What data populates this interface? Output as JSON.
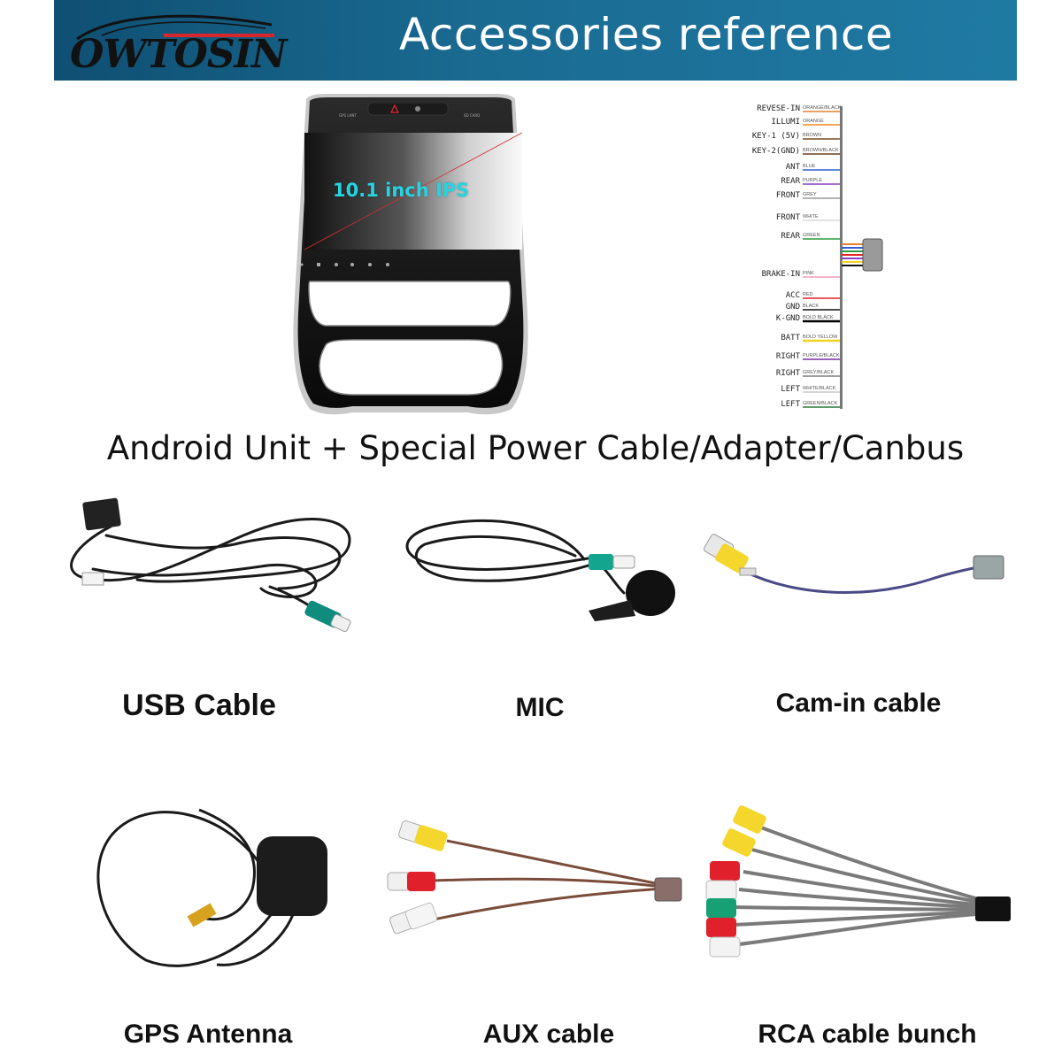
{
  "header": {
    "brand": "OWTOSIN",
    "brand_prefix": "OW",
    "brand_suffix": "TOSIN",
    "title": "Accessories reference",
    "colors": {
      "bar_start": "#0f4f73",
      "bar_end": "#1f7aa3",
      "logo_red": "#d8262a"
    }
  },
  "head_unit": {
    "screen_label": "10.1 inch IPS",
    "bezel_labels": [
      "GPS LANT",
      "SD CARD"
    ]
  },
  "wiring": {
    "pins": [
      {
        "label": "REVESE-IN",
        "color": "ORANGE/BLACK",
        "hex": "#e3812b"
      },
      {
        "label": "ILLUMI",
        "color": "ORANGE",
        "hex": "#f08a24"
      },
      {
        "label": "KEY-1 (5V)",
        "color": "BROWN",
        "hex": "#7a4a23"
      },
      {
        "label": "KEY-2(GND)",
        "color": "BROWN/BLACK",
        "hex": "#6a3f1f"
      },
      {
        "label": "ANT",
        "color": "BLUE",
        "hex": "#2f5fd6"
      },
      {
        "label": "REAR",
        "color": "PURPLE",
        "hex": "#8b3fbf"
      },
      {
        "label": "FRONT",
        "color": "GREY",
        "hex": "#9a9a9a"
      },
      {
        "label": "FRONT",
        "color": "WHITE",
        "hex": "#d9d9d9"
      },
      {
        "label": "REAR",
        "color": "GREEN",
        "hex": "#2e9a3f"
      },
      {
        "label": "BRAKE-IN",
        "color": "PINK",
        "hex": "#f29ab8"
      },
      {
        "label": "ACC",
        "color": "RED",
        "hex": "#e02424"
      },
      {
        "label": "GND",
        "color": "BLACK",
        "hex": "#111111"
      },
      {
        "label": "K-GND",
        "color": "BOLD BLACK",
        "hex": "#000000"
      },
      {
        "label": "BATT",
        "color": "BOLD YELLOW",
        "hex": "#f2d21b"
      },
      {
        "label": "RIGHT",
        "color": "PURPLE/BLACK",
        "hex": "#7a2fa8"
      },
      {
        "label": "RIGHT",
        "color": "GREY/BLACK",
        "hex": "#7d7d7d"
      },
      {
        "label": "LEFT",
        "color": "WHITE/BLACK",
        "hex": "#c8c8c8"
      },
      {
        "label": "LEFT",
        "color": "GREEN/BLACK",
        "hex": "#2b7c37"
      }
    ]
  },
  "subtitle": "Android Unit + Special Power Cable/Adapter/Canbus",
  "accessories": [
    {
      "label": "USB Cable",
      "icon": "usb-cable-icon"
    },
    {
      "label": "MIC",
      "icon": "microphone-icon"
    },
    {
      "label": "Cam-in cable",
      "icon": "camera-cable-icon"
    },
    {
      "label": "GPS Antenna",
      "icon": "gps-antenna-icon"
    },
    {
      "label": "AUX cable",
      "icon": "aux-cable-icon"
    },
    {
      "label": "RCA cable bunch",
      "icon": "rca-bunch-icon"
    }
  ]
}
